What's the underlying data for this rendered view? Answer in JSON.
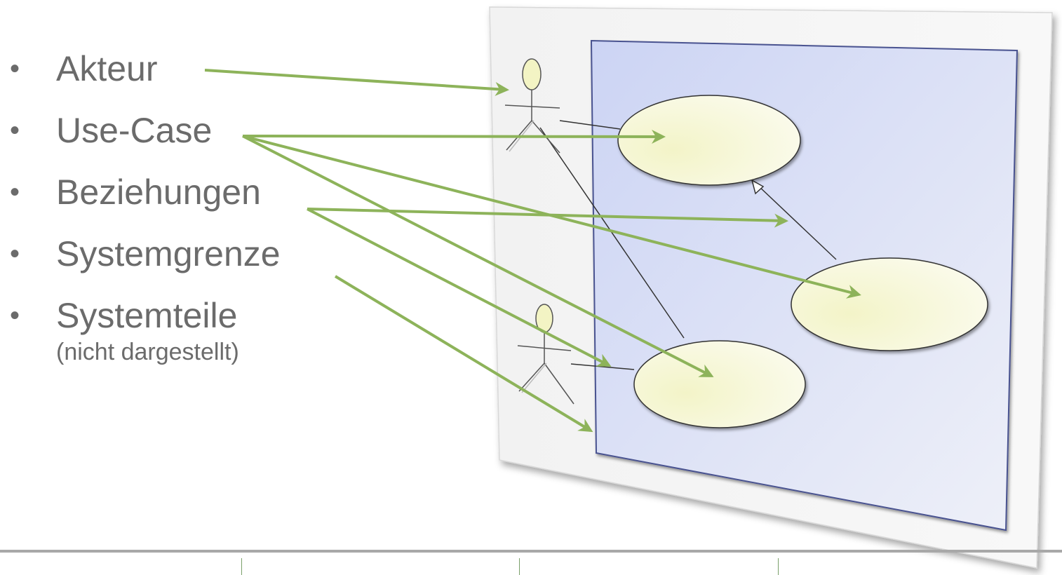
{
  "bullets": [
    {
      "label": "Akteur"
    },
    {
      "label": "Use-Case"
    },
    {
      "label": "Beziehungen"
    },
    {
      "label": "Systemgrenze"
    },
    {
      "label": "Systemteile",
      "sub": "(nicht dargestellt)"
    }
  ],
  "bullet_char": "•",
  "colors": {
    "text": "#6b6b6b",
    "arrow": "#8db35a",
    "system_fill": "#d6dcf6",
    "usecase_fill": "#f5f6d4",
    "frame": "#f4f4f4"
  },
  "icons": {
    "actor": "stick-figure",
    "use_case": "ellipse"
  }
}
